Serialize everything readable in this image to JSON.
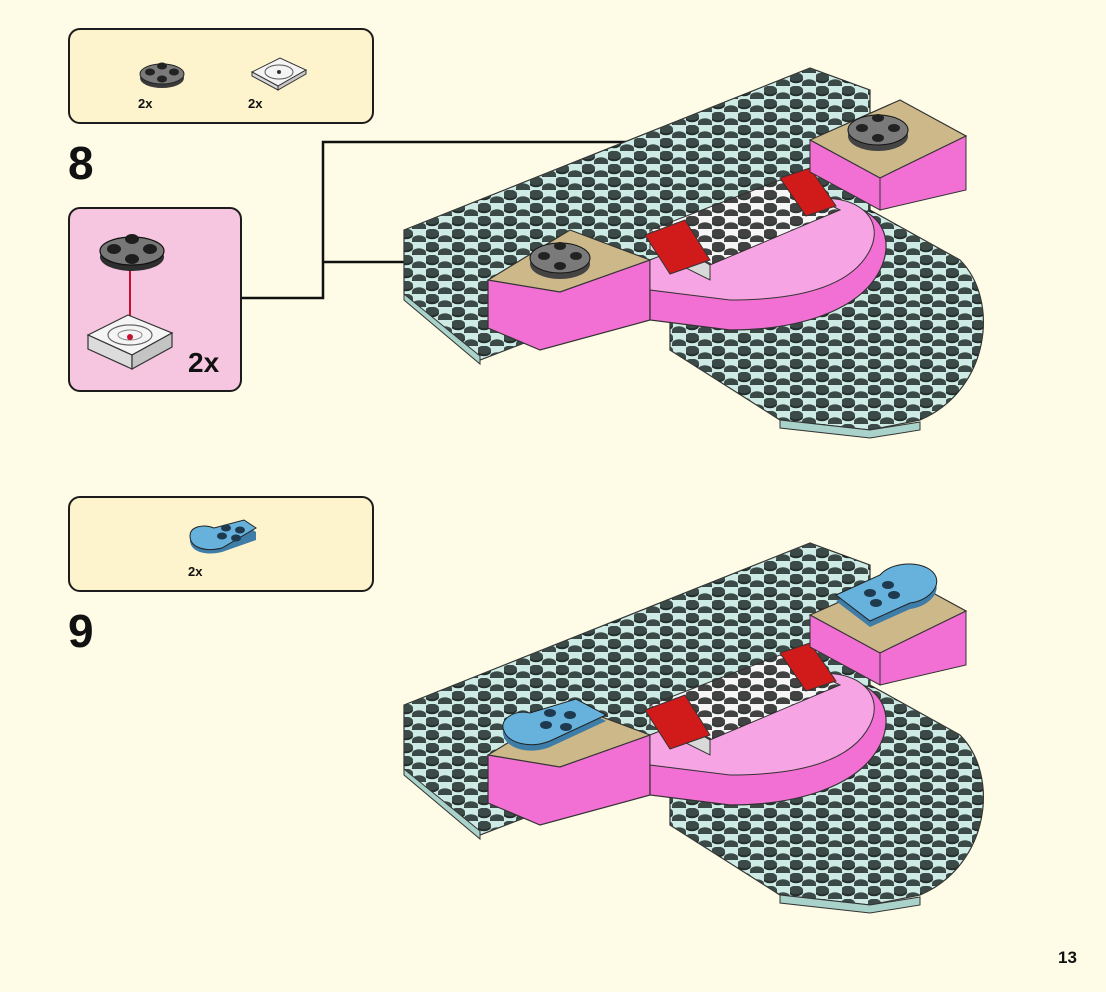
{
  "page": {
    "number": "13"
  },
  "steps": [
    {
      "number": "8",
      "parts": [
        {
          "qty": "2x",
          "icon": "dark-gray-round-plate-icon"
        },
        {
          "qty": "2x",
          "icon": "white-turntable-plate-icon"
        }
      ],
      "subassembly": {
        "qty": "2x"
      }
    },
    {
      "number": "9",
      "parts": [
        {
          "qty": "2x",
          "icon": "light-blue-rounded-plate-icon"
        }
      ]
    }
  ],
  "colors": {
    "background": "#fefce6",
    "parts_box": "#fdf3cc",
    "subassembly_box": "#f6c5df",
    "baseplate": "#cdebe4",
    "pink": "#f26fd3",
    "tan": "#cdb88a",
    "red": "#d11a1a",
    "dark_gray": "#6e6e6e",
    "light_blue": "#5fa9d6"
  }
}
